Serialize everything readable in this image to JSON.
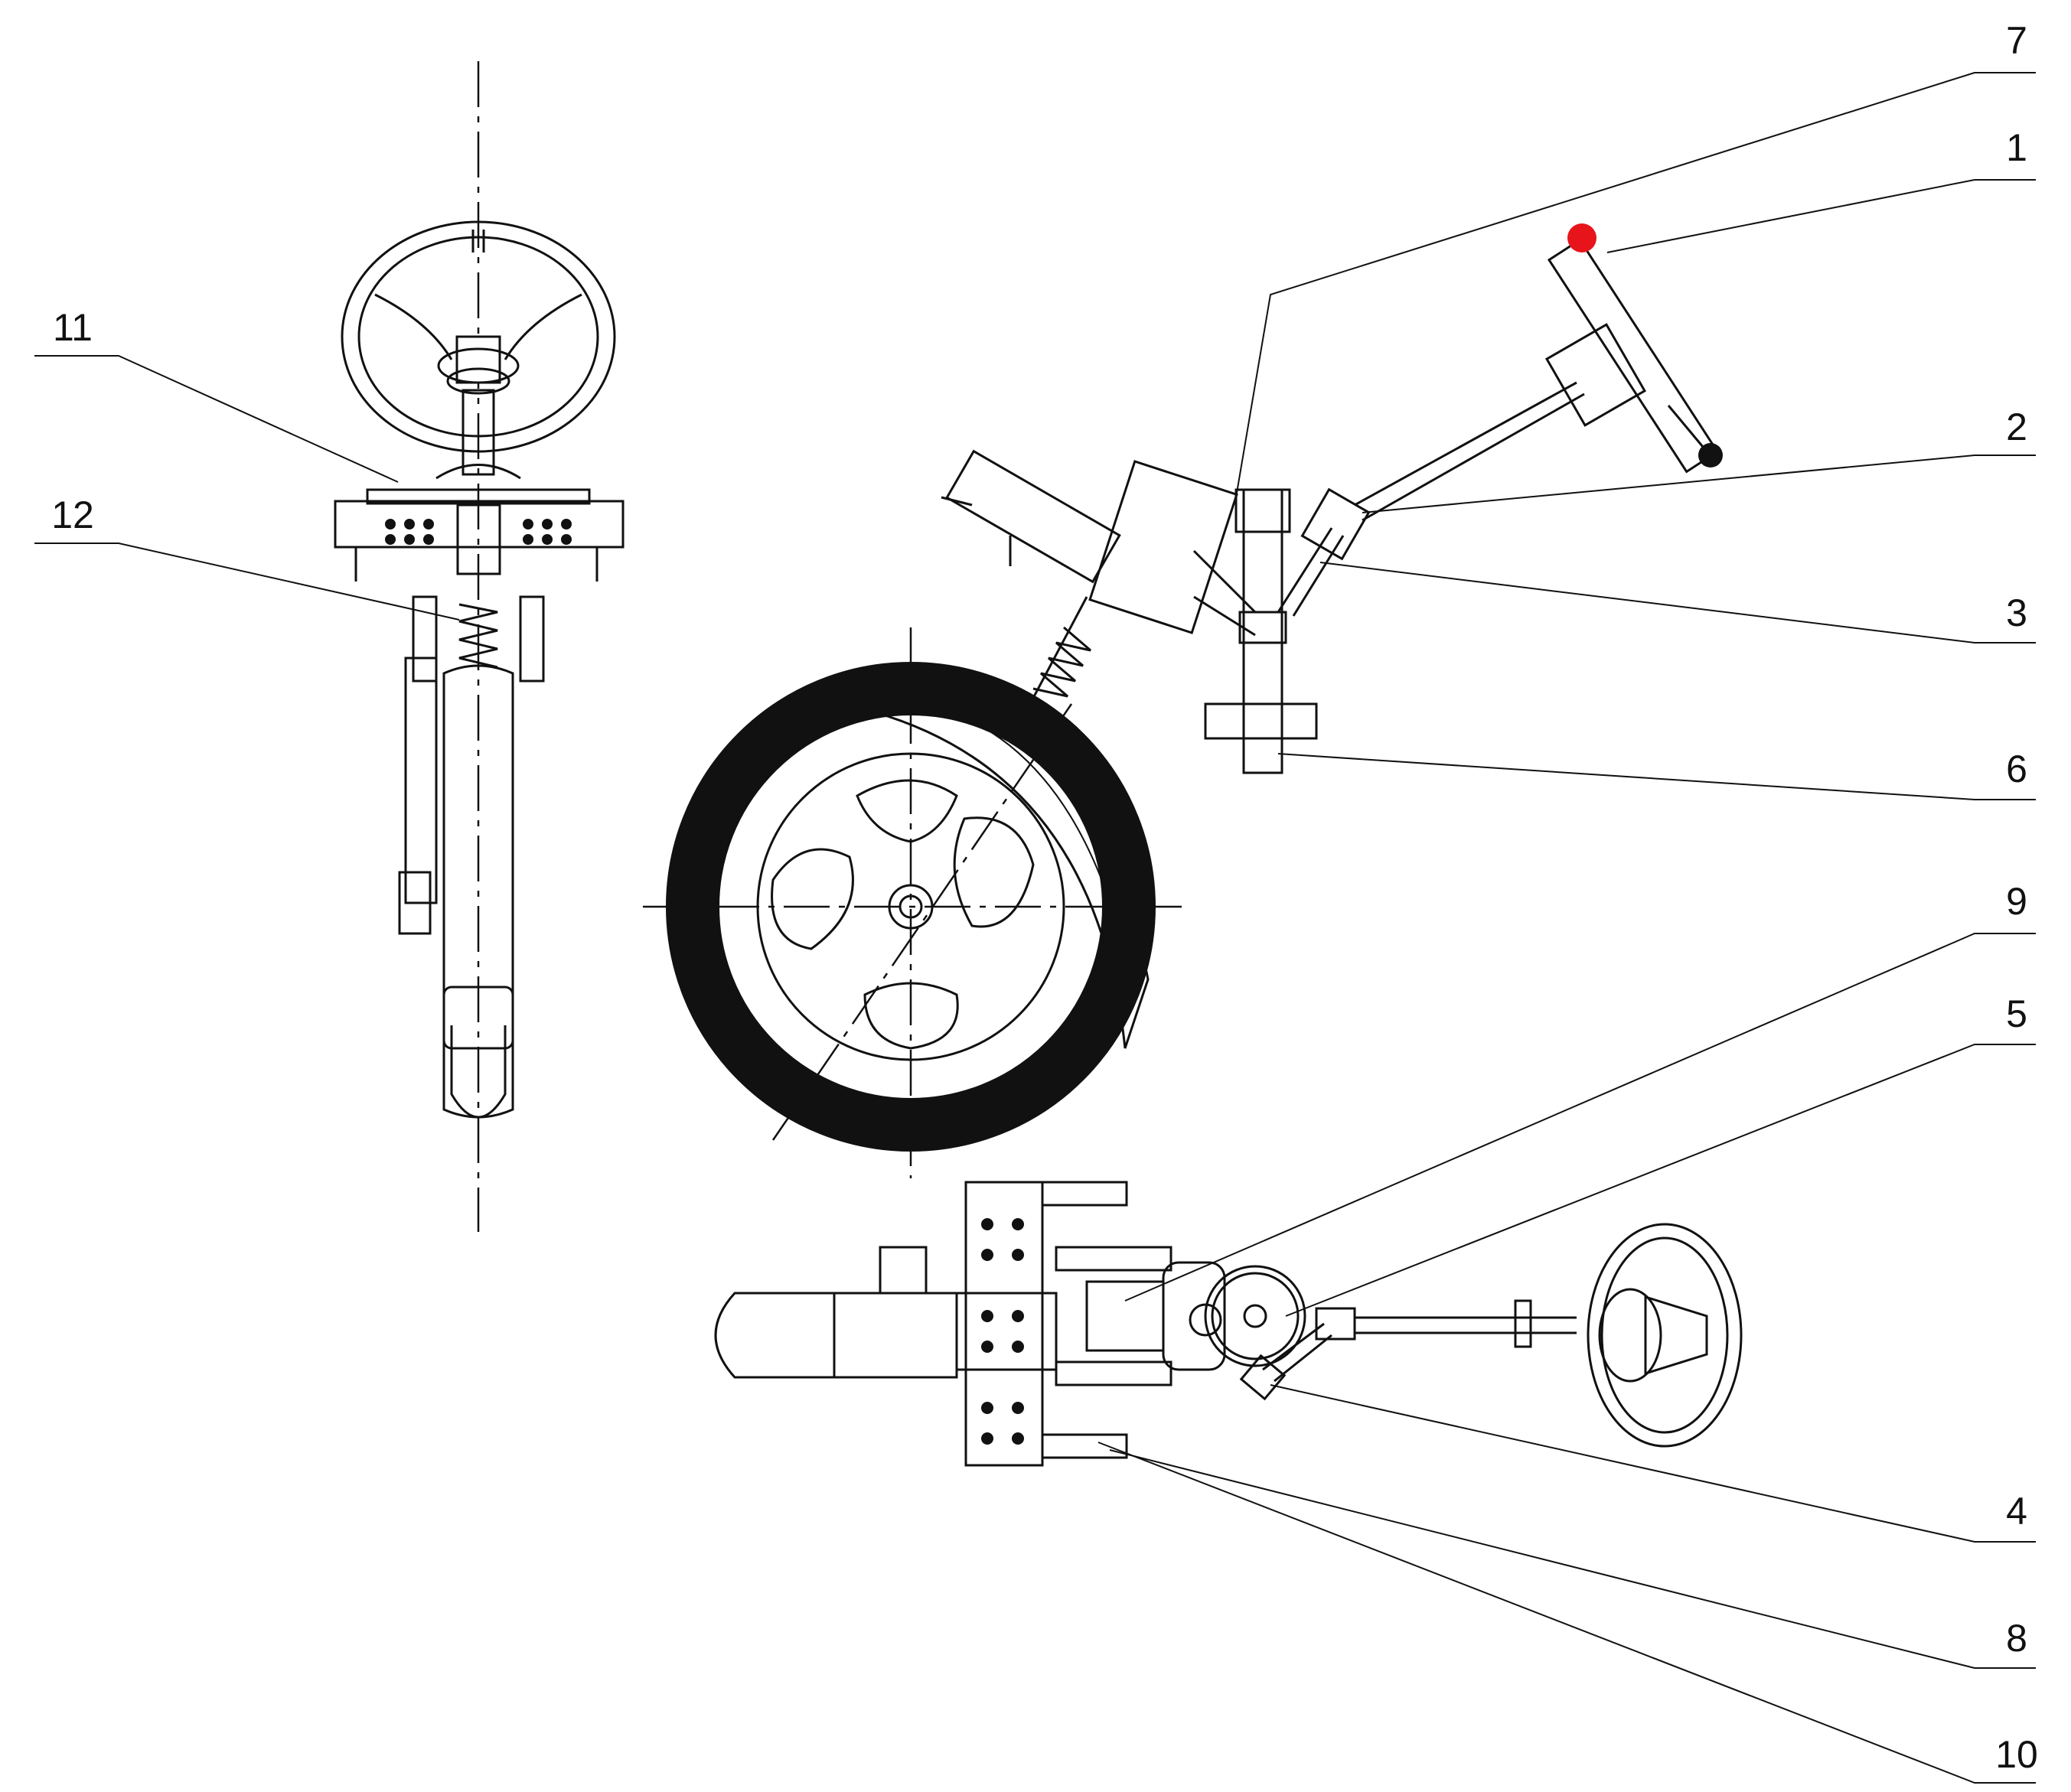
{
  "callouts": [
    {
      "id": "callout-7",
      "label": "7"
    },
    {
      "id": "callout-1",
      "label": "1"
    },
    {
      "id": "callout-2",
      "label": "2"
    },
    {
      "id": "callout-3",
      "label": "3"
    },
    {
      "id": "callout-6",
      "label": "6"
    },
    {
      "id": "callout-9",
      "label": "9"
    },
    {
      "id": "callout-5",
      "label": "5"
    },
    {
      "id": "callout-4",
      "label": "4"
    },
    {
      "id": "callout-8",
      "label": "8"
    },
    {
      "id": "callout-10",
      "label": "10"
    },
    {
      "id": "callout-11",
      "label": "11"
    },
    {
      "id": "callout-12",
      "label": "12"
    }
  ],
  "colors": {
    "line": "#111111",
    "marker": "#e8141b",
    "background": "#ffffff"
  }
}
